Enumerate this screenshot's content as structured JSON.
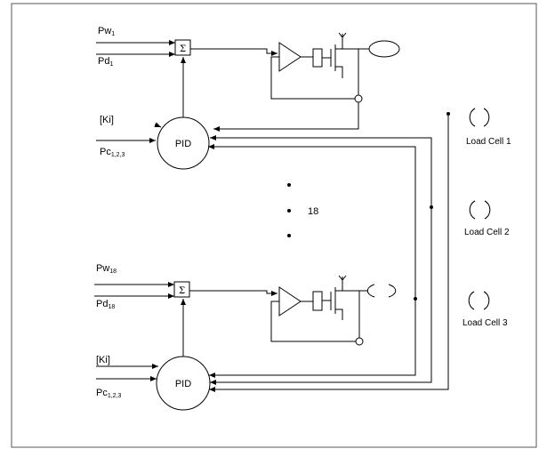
{
  "summing_symbol": "Σ",
  "controller_label": "PID",
  "channel_count": "18",
  "channel_top": {
    "inputs": [
      {
        "main": "Pw",
        "sub": "1"
      },
      {
        "main": "Pd",
        "sub": "1"
      }
    ],
    "gain_label": "[Ki]",
    "control_input": {
      "main": "Pc",
      "sub": "1,2,3"
    }
  },
  "channel_bottom": {
    "inputs": [
      {
        "main": "Pw",
        "sub": "18"
      },
      {
        "main": "Pd",
        "sub": "18"
      }
    ],
    "gain_label": "[Ki]",
    "control_input": {
      "main": "Pc",
      "sub": "1,2,3"
    }
  },
  "load_cells": [
    "Load Cell 1",
    "Load Cell 2",
    "Load Cell 3"
  ]
}
